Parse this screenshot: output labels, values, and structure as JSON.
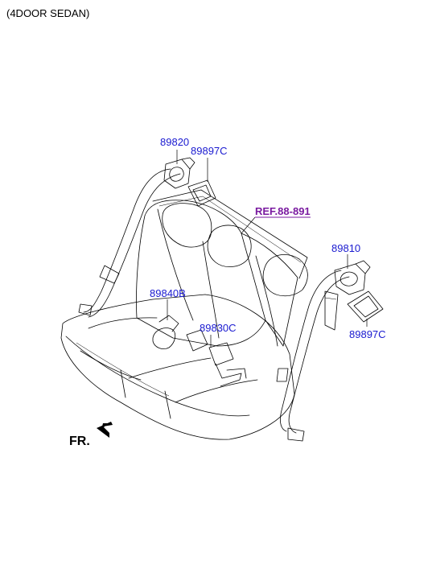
{
  "header": {
    "variant": "(4DOOR SEDAN)"
  },
  "callouts": {
    "retractor_left": "89820",
    "cover_left": "89897C",
    "reference": "REF.88-891",
    "retractor_right": "89810",
    "cover_right": "89897C",
    "buckle_left": "89840B",
    "buckle_center": "89830C"
  },
  "direction": {
    "label": "FR."
  },
  "colors": {
    "callout_text": "#1a1ad0",
    "reference_link": "#7a1aa0",
    "line_art": "#000000"
  }
}
